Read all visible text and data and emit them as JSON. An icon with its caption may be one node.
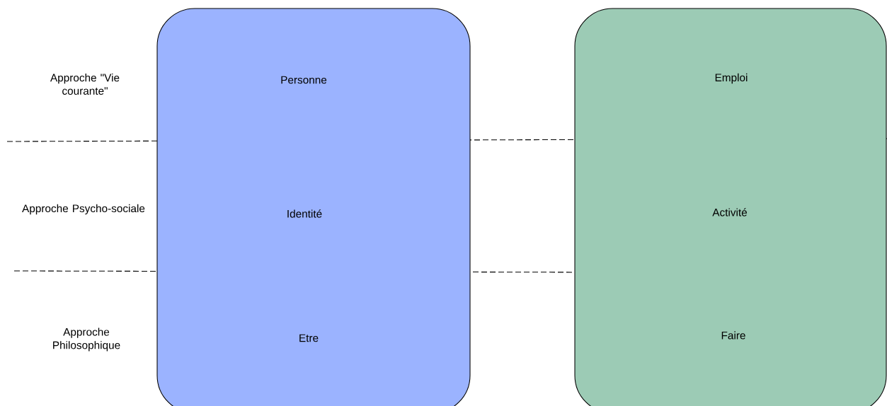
{
  "diagram": {
    "nodes": [
      {
        "text": [
          "Personne",
          "Identité",
          "Etre"
        ]
      },
      {
        "text": [
          "Emploi",
          "Activité",
          "Faire"
        ]
      }
    ],
    "labels": [
      "Approche \"Vie courante\"",
      "Approche Psycho-sociale",
      "Approche Philosophique"
    ]
  }
}
